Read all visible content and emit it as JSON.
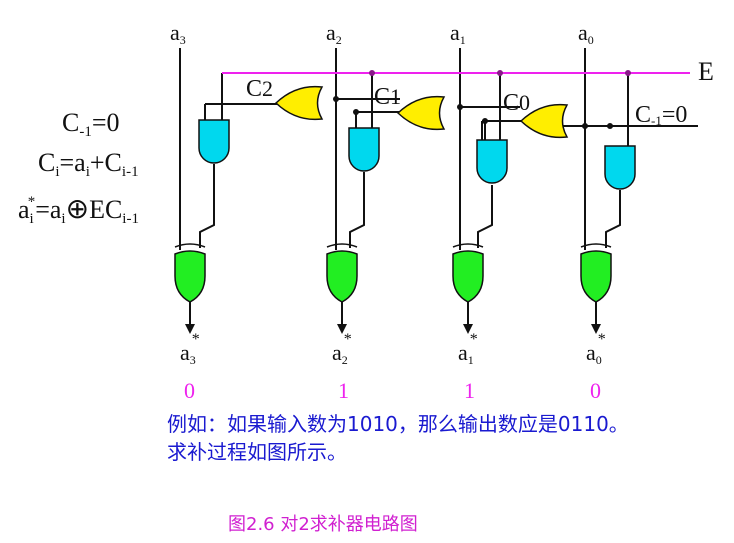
{
  "inputs": [
    "a3",
    "a2",
    "a1",
    "a0"
  ],
  "input_labels": {
    "a3": {
      "base": "a",
      "sub": "3"
    },
    "a2": {
      "base": "a",
      "sub": "2"
    },
    "a1": {
      "base": "a",
      "sub": "1"
    },
    "a0": {
      "base": "a",
      "sub": "0"
    }
  },
  "enable_label": "E",
  "carry_labels": {
    "c2": "C2",
    "c1": "C1",
    "c0": "C0",
    "c_minus1": "C-1=0"
  },
  "output_labels": [
    "a3*",
    "a2*",
    "a1*",
    "a0*"
  ],
  "output_values": [
    "0",
    "1",
    "1",
    "0"
  ],
  "formulas": {
    "line1": "C-1=0",
    "line2": "Ci=ai+Ci-1",
    "line3": "ai*=ai⊕ECi-1"
  },
  "description": "例如：如果输入数为1010，那么输出数应是0110。求补过程如图所示。",
  "caption": "图2.6 对2求补器电路图",
  "colors": {
    "and_gate": "#00d8ee",
    "or_gate": "#ffee00",
    "xor_gate": "#22ee22",
    "enable_line": "#ee22ee",
    "values": "#ee22ee",
    "description": "#1a1ad0",
    "wire": "#111111"
  }
}
